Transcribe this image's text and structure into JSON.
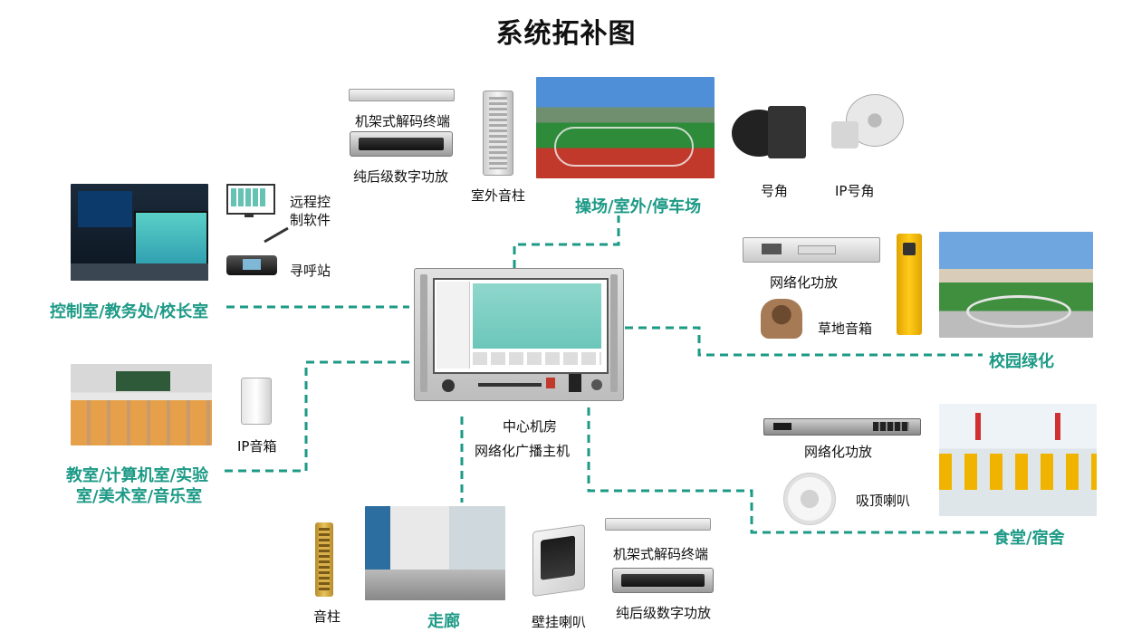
{
  "title": "系统拓补图",
  "center": {
    "line1": "中心机房",
    "line2": "网络化广播主机"
  },
  "zones": {
    "control": "控制室/教务处/校长室",
    "playground": "操场/室外/停车场",
    "campus": "校园绿化",
    "classroom_line1": "教室/计算机室/实验",
    "classroom_line2": "室/美术室/音乐室",
    "corridor": "走廊",
    "canteen": "食堂/宿舍"
  },
  "devices": {
    "remote_software_line1": "远程控",
    "remote_software_line2": "制软件",
    "paging_station": "寻呼站",
    "rack_decoder_top": "机架式解码终端",
    "power_amp_top": "纯后级数字功放",
    "outdoor_column": "室外音柱",
    "horn": "号角",
    "ip_horn": "IP号角",
    "network_amp_right": "网络化功放",
    "lawn_speaker": "草地音箱",
    "ip_speaker": "IP音箱",
    "network_amp_bottom": "网络化功放",
    "ceiling_speaker": "吸顶喇叭",
    "column_speaker": "音柱",
    "wall_speaker": "壁挂喇叭",
    "rack_decoder_bottom": "机架式解码终端",
    "power_amp_bottom": "纯后级数字功放"
  },
  "colors": {
    "accent": "#1d9a86",
    "link": "#1d9a86"
  }
}
